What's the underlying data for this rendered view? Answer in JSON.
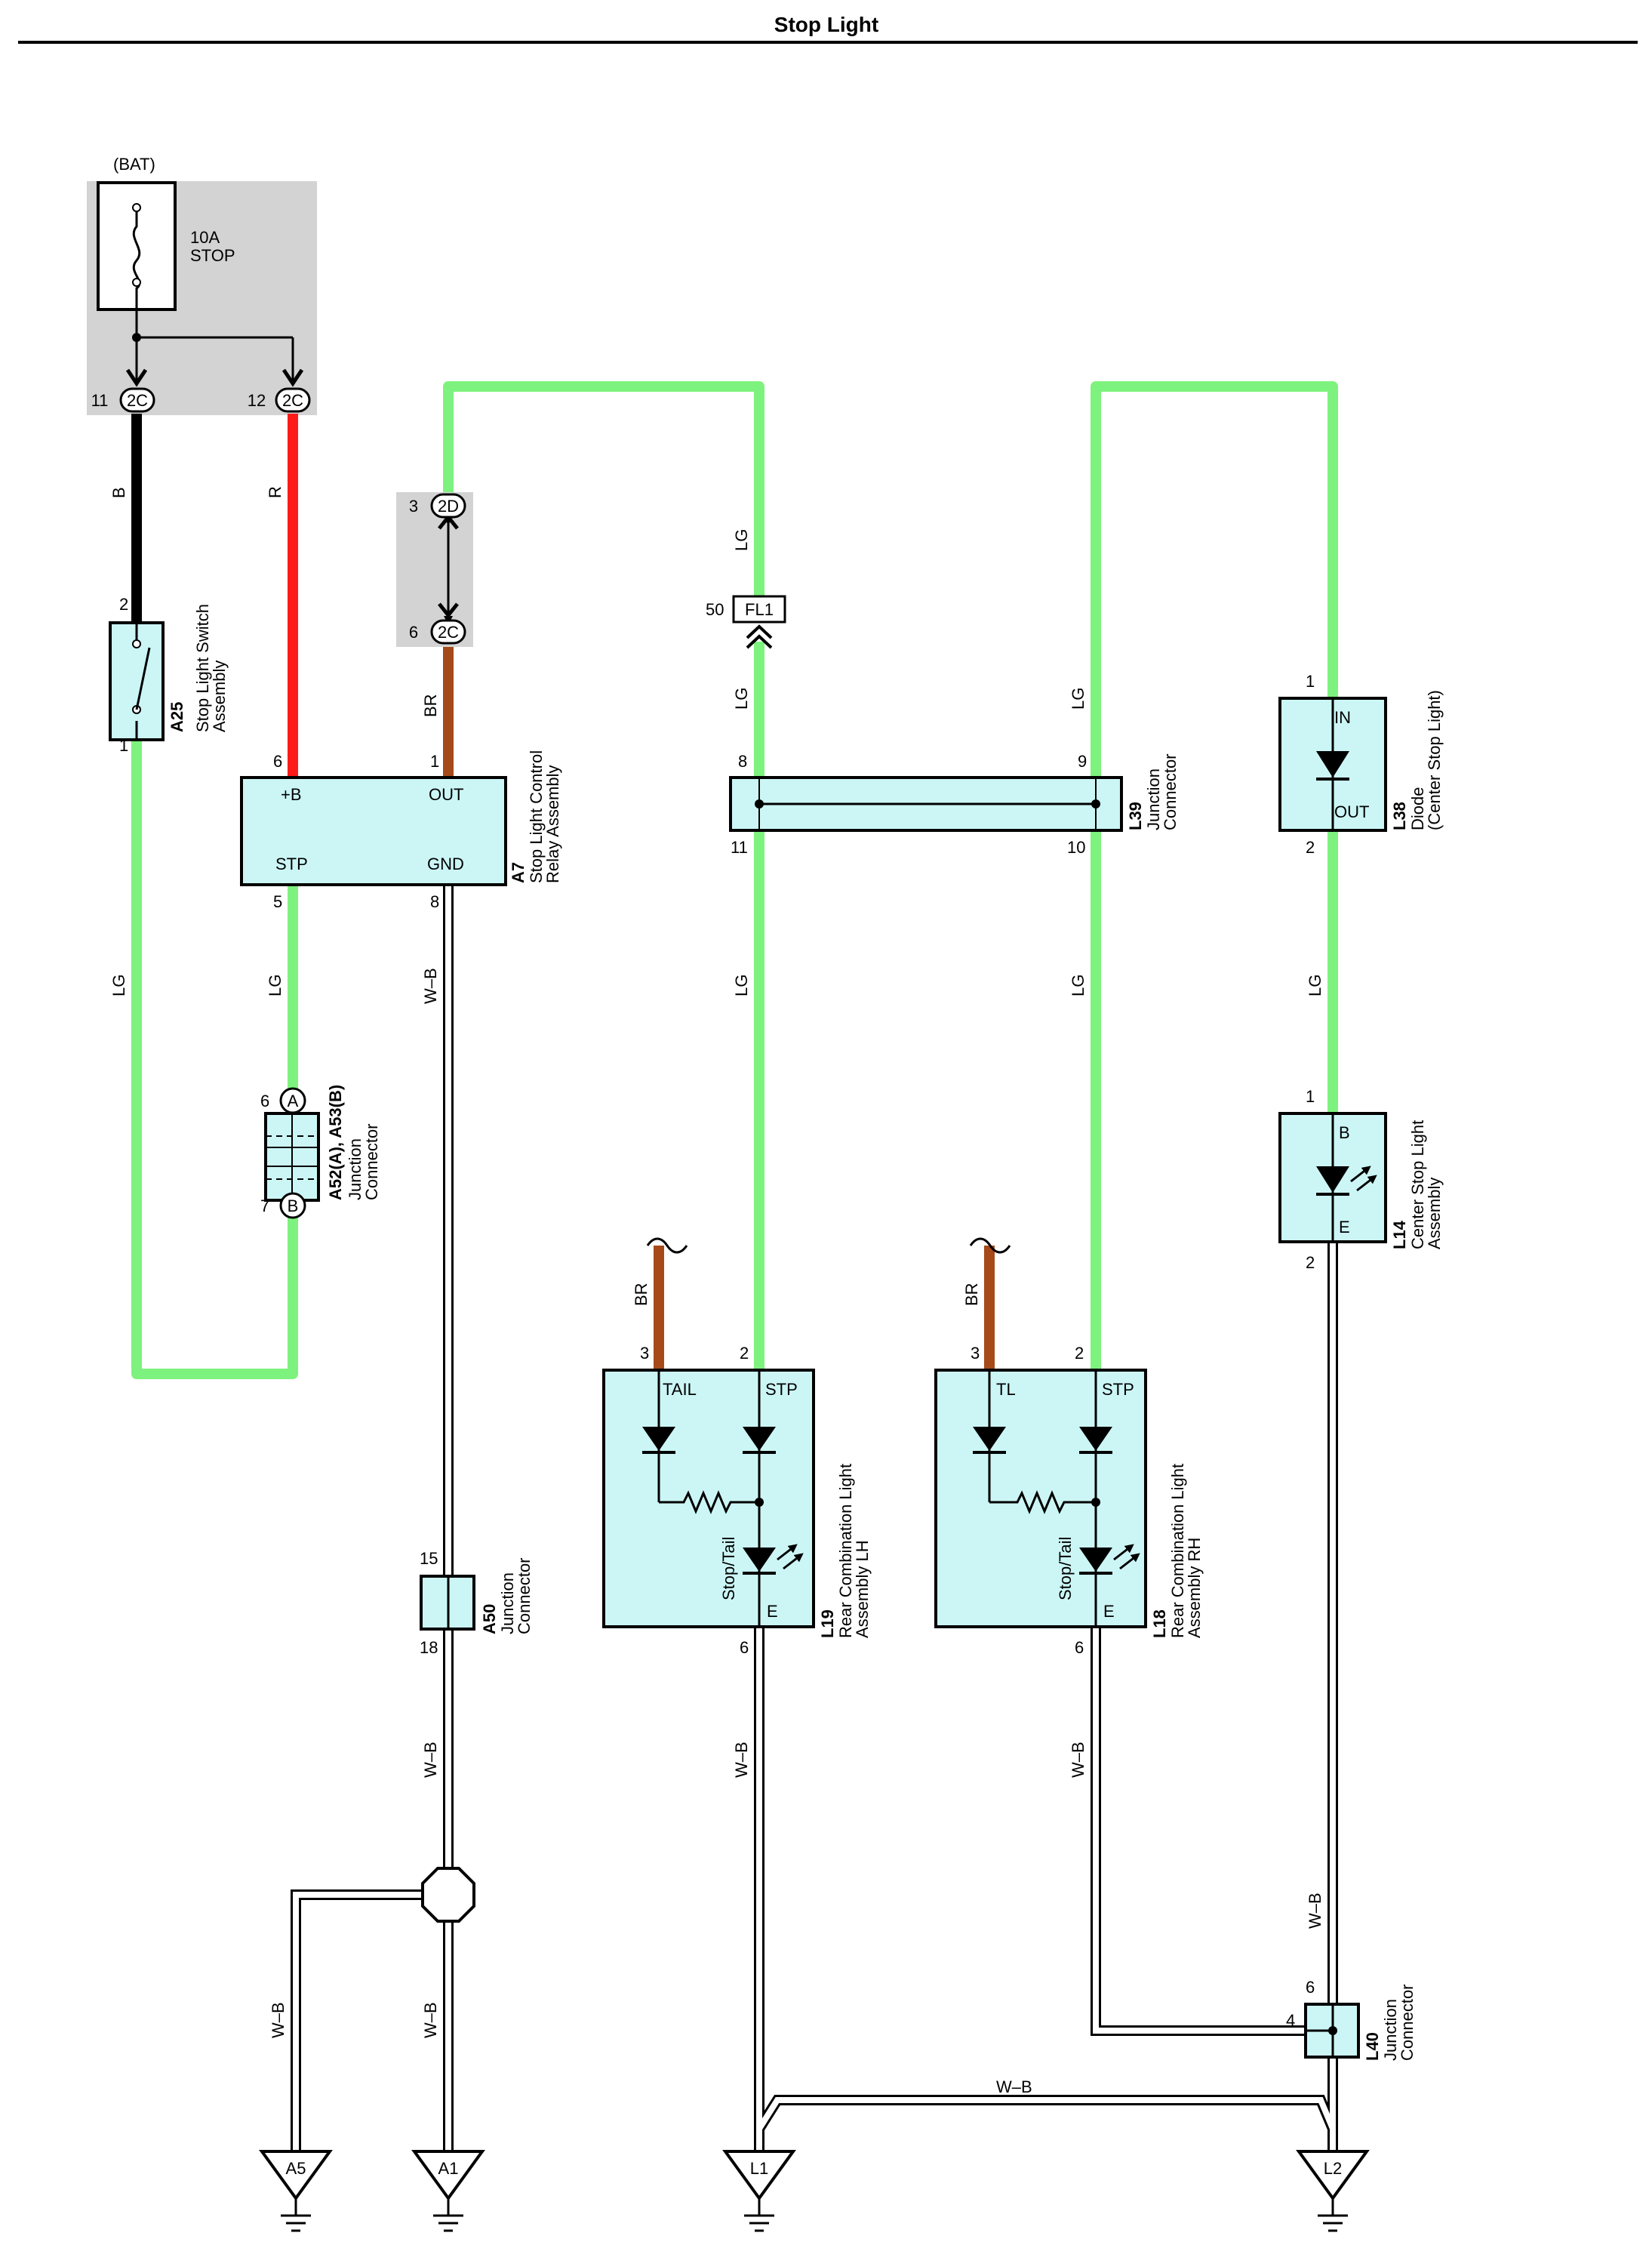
{
  "title": "Stop Light",
  "wire_colors": {
    "LG": "#7ef27e",
    "B": "#000000",
    "R": "#ff1a1a",
    "BR": "#a64a1a",
    "W-B": "#ffffff",
    "component_fill": "#ccf6f6",
    "shade": "#d3d3d3"
  },
  "bat_label": "(BAT)",
  "fuse": {
    "amp": "10A",
    "name": "STOP"
  },
  "wire_labels": {
    "b": "B",
    "r": "R",
    "br": "BR",
    "lg": "LG",
    "wb": "W–B"
  },
  "tilde": "~",
  "pins": {
    "p11": "11",
    "p12": "12",
    "p3": "3",
    "p6": "6",
    "p2": "2",
    "p1": "1",
    "p5": "5",
    "p8": "8",
    "p7": "7",
    "p9": "9",
    "p10": "10",
    "p15": "15",
    "p18": "18",
    "p50": "50",
    "p4": "4"
  },
  "connector_codes": {
    "c2C": "2C",
    "c2D": "2D",
    "fl1": "FL1",
    "a": "A",
    "b": "B"
  },
  "components": {
    "a25": {
      "code": "A25",
      "line1": "Stop Light Switch",
      "line2": "Assembly"
    },
    "a7": {
      "code": "A7",
      "line1": "Stop Light Control",
      "line2": "Relay Assembly",
      "plus_b": "+B",
      "out": "OUT",
      "stp": "STP",
      "gnd": "GND"
    },
    "a52": {
      "code": "A52(A), A53(B)",
      "line1": "Junction",
      "line2": "Connector"
    },
    "l39": {
      "code": "L39",
      "line1": "Junction",
      "line2": "Connector"
    },
    "l38": {
      "code": "L38",
      "line1": "Diode",
      "line2": "(Center Stop Light)",
      "in": "IN",
      "out": "OUT"
    },
    "l14": {
      "code": "L14",
      "line1": "Center Stop Light",
      "line2": "Assembly",
      "b": "B",
      "e": "E"
    },
    "a50": {
      "code": "A50",
      "line1": "Junction",
      "line2": "Connector"
    },
    "l19": {
      "code": "L19",
      "line1": "Rear Combination Light",
      "line2": "Assembly LH",
      "tail": "TAIL",
      "stp": "STP",
      "stop_tail": "Stop/Tail",
      "e": "E"
    },
    "l18": {
      "code": "L18",
      "line1": "Rear Combination Light",
      "line2": "Assembly RH",
      "tl": "TL",
      "stp": "STP",
      "stop_tail": "Stop/Tail",
      "e": "E"
    },
    "l40": {
      "code": "L40",
      "line1": "Junction",
      "line2": "Connector"
    }
  },
  "grounds": {
    "a5": "A5",
    "a1": "A1",
    "l1": "L1",
    "l2": "L2"
  }
}
